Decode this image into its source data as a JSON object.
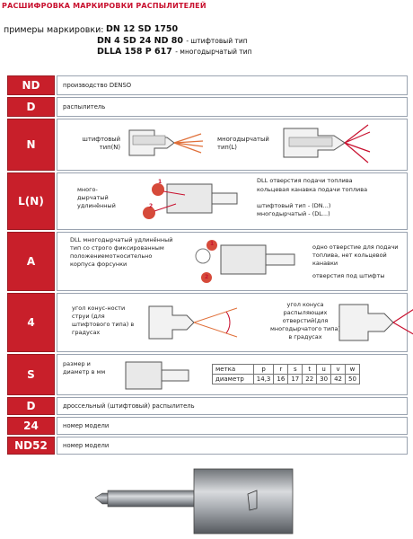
{
  "title": "РАСШИФРОВКА МАРКИРОВКИ РАСПЫЛИТЕЛЕЙ",
  "examples": {
    "label": "примеры маркировки:",
    "line1": "DN 12 SD 1750",
    "line2": "DN 4 SD 24 ND 80",
    "line2_note": "- штифтовый тип",
    "line3": "DLLA 158 P 617",
    "line3_note": "- многодырчатый тип"
  },
  "rows": {
    "nd": {
      "code": "ND",
      "text": "производство DENSO"
    },
    "d1": {
      "code": "D",
      "text": "распылитель"
    },
    "n": {
      "code": "N",
      "pin": "штифтовый тип(N)",
      "multi": "многодырчатый тип(L)"
    },
    "l": {
      "code": "L(N)",
      "left": "много-дырчатый удлинённый",
      "m1": "DLL отверстия подачи топлива",
      "m2": "кольцевая канавка подачи топлива",
      "t1": "штифтовый тип - (DN...)",
      "t2": "многодырчатый - (DL...)",
      "n1": "1",
      "n2": "2"
    },
    "a": {
      "code": "A",
      "left": "DLL многодырчатый удлинённый тип со строго фиксированным положениемотносительно корпуса форсунки",
      "r1": "одно отверстие для подачи топлива, нет кольцевой канавки",
      "r2": "отверстия под штифты",
      "n1": "1",
      "n2": "2"
    },
    "four": {
      "code": "4",
      "left": "угол конус-ности струи (для штифтового типа) в градусах",
      "right": "угол конуса распыляющих отверстий(для многодырчатого типа) в градусах"
    },
    "s": {
      "code": "S",
      "left": "размер и диаметр в мм",
      "table_header": [
        "метка",
        "p",
        "r",
        "s",
        "t",
        "u",
        "v",
        "w"
      ],
      "table_values": [
        "диаметр",
        "14,3",
        "16",
        "17",
        "22",
        "30",
        "42",
        "50"
      ]
    },
    "d2": {
      "code": "D",
      "text": "дроссельный (штифтовый) распылитель"
    },
    "n24": {
      "code": "24",
      "text": "номер модели"
    },
    "nd52": {
      "code": "ND52",
      "text": "номер модели"
    }
  },
  "colors": {
    "accent": "#c81f2a",
    "border": "#9aa3b0"
  }
}
